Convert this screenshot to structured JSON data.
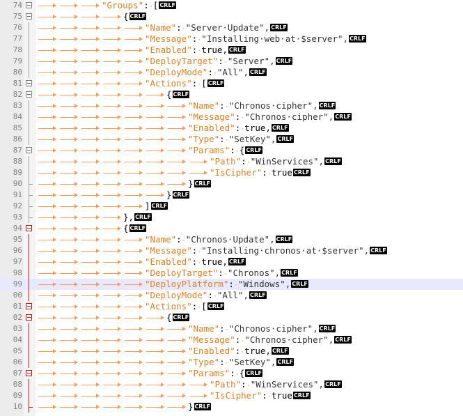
{
  "editor": {
    "eol_marker": "CRLF",
    "space_marker": "·",
    "lines": [
      {
        "num": "74",
        "indent": 3,
        "fold": "box",
        "parts": [
          {
            "t": "key",
            "v": "\"Groups\""
          },
          {
            "t": "sym",
            "v": ":"
          },
          {
            "t": "dot",
            "v": "·"
          },
          {
            "t": "sym",
            "v": "["
          }
        ]
      },
      {
        "num": "75",
        "indent": 4,
        "fold": "box",
        "parts": [
          {
            "t": "sym",
            "v": "{"
          }
        ]
      },
      {
        "num": "76",
        "indent": 5,
        "parts": [
          {
            "t": "key",
            "v": "\"Name\""
          },
          {
            "t": "sym",
            "v": ":"
          },
          {
            "t": "dot",
            "v": "·"
          },
          {
            "t": "str",
            "v": "\"Server·Update\","
          }
        ]
      },
      {
        "num": "77",
        "indent": 5,
        "parts": [
          {
            "t": "key",
            "v": "\"Message\""
          },
          {
            "t": "sym",
            "v": ":"
          },
          {
            "t": "dot",
            "v": "·"
          },
          {
            "t": "str",
            "v": "\"Installing·web·at·$server\","
          }
        ]
      },
      {
        "num": "78",
        "indent": 5,
        "parts": [
          {
            "t": "key",
            "v": "\"Enabled\""
          },
          {
            "t": "sym",
            "v": ":"
          },
          {
            "t": "dot",
            "v": "·"
          },
          {
            "t": "num",
            "v": "true,"
          }
        ]
      },
      {
        "num": "79",
        "indent": 5,
        "parts": [
          {
            "t": "key",
            "v": "\"DeployTarget\""
          },
          {
            "t": "sym",
            "v": ":"
          },
          {
            "t": "dot",
            "v": "·"
          },
          {
            "t": "str",
            "v": "\"Server\","
          }
        ]
      },
      {
        "num": "80",
        "indent": 5,
        "parts": [
          {
            "t": "key",
            "v": "\"DeployMode\""
          },
          {
            "t": "sym",
            "v": ":"
          },
          {
            "t": "dot",
            "v": "·"
          },
          {
            "t": "str",
            "v": "\"All\","
          }
        ]
      },
      {
        "num": "81",
        "indent": 5,
        "fold": "box",
        "parts": [
          {
            "t": "key",
            "v": "\"Actions\""
          },
          {
            "t": "sym",
            "v": ":"
          },
          {
            "t": "dot",
            "v": "·"
          },
          {
            "t": "sym",
            "v": "["
          }
        ]
      },
      {
        "num": "82",
        "indent": 6,
        "fold": "box",
        "parts": [
          {
            "t": "sym",
            "v": "{"
          }
        ]
      },
      {
        "num": "83",
        "indent": 7,
        "parts": [
          {
            "t": "key",
            "v": "\"Name\""
          },
          {
            "t": "sym",
            "v": ":"
          },
          {
            "t": "dot",
            "v": "·"
          },
          {
            "t": "str",
            "v": "\"Chronos·cipher\","
          }
        ]
      },
      {
        "num": "84",
        "indent": 7,
        "parts": [
          {
            "t": "key",
            "v": "\"Message\""
          },
          {
            "t": "sym",
            "v": ":"
          },
          {
            "t": "dot",
            "v": "·"
          },
          {
            "t": "str",
            "v": "\"Chronos·cipher\","
          }
        ]
      },
      {
        "num": "85",
        "indent": 7,
        "parts": [
          {
            "t": "key",
            "v": "\"Enabled\""
          },
          {
            "t": "sym",
            "v": ":"
          },
          {
            "t": "dot",
            "v": "·"
          },
          {
            "t": "num",
            "v": "true,"
          }
        ]
      },
      {
        "num": "86",
        "indent": 7,
        "parts": [
          {
            "t": "key",
            "v": "\"Type\""
          },
          {
            "t": "sym",
            "v": ":"
          },
          {
            "t": "dot",
            "v": "·"
          },
          {
            "t": "str",
            "v": "\"SetKey\","
          }
        ]
      },
      {
        "num": "87",
        "indent": 7,
        "fold": "box",
        "parts": [
          {
            "t": "key",
            "v": "\"Params\""
          },
          {
            "t": "sym",
            "v": ":"
          },
          {
            "t": "dot",
            "v": "·"
          },
          {
            "t": "sym",
            "v": "{"
          }
        ]
      },
      {
        "num": "88",
        "indent": 8,
        "parts": [
          {
            "t": "key",
            "v": "\"Path\""
          },
          {
            "t": "sym",
            "v": ":"
          },
          {
            "t": "dot",
            "v": "·"
          },
          {
            "t": "str",
            "v": "\"WinServices\","
          }
        ]
      },
      {
        "num": "89",
        "indent": 8,
        "parts": [
          {
            "t": "key",
            "v": "\"IsCipher\""
          },
          {
            "t": "sym",
            "v": ":"
          },
          {
            "t": "dot",
            "v": "·"
          },
          {
            "t": "num",
            "v": "true"
          }
        ]
      },
      {
        "num": "90",
        "indent": 7,
        "fold": "end",
        "parts": [
          {
            "t": "sym",
            "v": "}"
          }
        ]
      },
      {
        "num": "91",
        "indent": 6,
        "fold": "end",
        "parts": [
          {
            "t": "sym",
            "v": "}"
          }
        ]
      },
      {
        "num": "92",
        "indent": 5,
        "fold": "end",
        "parts": [
          {
            "t": "sym",
            "v": "]"
          }
        ]
      },
      {
        "num": "93",
        "indent": 4,
        "fold": "end",
        "parts": [
          {
            "t": "sym",
            "v": "},"
          }
        ]
      },
      {
        "num": "94",
        "indent": 4,
        "fold": "redbox",
        "parts": [
          {
            "t": "sym",
            "v": "{"
          }
        ]
      },
      {
        "num": "95",
        "indent": 5,
        "parts": [
          {
            "t": "key",
            "v": "\"Name\""
          },
          {
            "t": "sym",
            "v": ":"
          },
          {
            "t": "dot",
            "v": "·"
          },
          {
            "t": "str",
            "v": "\"Chronos·Update\","
          }
        ]
      },
      {
        "num": "96",
        "indent": 5,
        "parts": [
          {
            "t": "key",
            "v": "\"Message\""
          },
          {
            "t": "sym",
            "v": ":"
          },
          {
            "t": "dot",
            "v": "·"
          },
          {
            "t": "str",
            "v": "\"Installing·chronos·at·$server\","
          }
        ]
      },
      {
        "num": "97",
        "indent": 5,
        "parts": [
          {
            "t": "key",
            "v": "\"Enabled\""
          },
          {
            "t": "sym",
            "v": ":"
          },
          {
            "t": "dot",
            "v": "·"
          },
          {
            "t": "num",
            "v": "true,"
          }
        ]
      },
      {
        "num": "98",
        "indent": 5,
        "parts": [
          {
            "t": "key",
            "v": "\"DeployTarget\""
          },
          {
            "t": "sym",
            "v": ":"
          },
          {
            "t": "dot",
            "v": "·"
          },
          {
            "t": "str",
            "v": "\"Chronos\","
          }
        ]
      },
      {
        "num": "99",
        "indent": 5,
        "hl": true,
        "parts": [
          {
            "t": "key",
            "v": "\"DeployPlatform\""
          },
          {
            "t": "sym",
            "v": ":"
          },
          {
            "t": "dot",
            "v": "·"
          },
          {
            "t": "str",
            "v": "\"Windows\","
          }
        ]
      },
      {
        "num": "00",
        "indent": 5,
        "parts": [
          {
            "t": "key",
            "v": "\"DeployMode\""
          },
          {
            "t": "sym",
            "v": ":"
          },
          {
            "t": "dot",
            "v": "·"
          },
          {
            "t": "str",
            "v": "\"All\","
          }
        ]
      },
      {
        "num": "01",
        "indent": 5,
        "fold": "box",
        "parts": [
          {
            "t": "key",
            "v": "\"Actions\""
          },
          {
            "t": "sym",
            "v": ":"
          },
          {
            "t": "dot",
            "v": "·"
          },
          {
            "t": "sym",
            "v": "["
          }
        ]
      },
      {
        "num": "02",
        "indent": 6,
        "fold": "box",
        "parts": [
          {
            "t": "sym",
            "v": "{"
          }
        ]
      },
      {
        "num": "03",
        "indent": 7,
        "parts": [
          {
            "t": "key",
            "v": "\"Name\""
          },
          {
            "t": "sym",
            "v": ":"
          },
          {
            "t": "dot",
            "v": "·"
          },
          {
            "t": "str",
            "v": "\"Chronos·cipher\","
          }
        ]
      },
      {
        "num": "04",
        "indent": 7,
        "parts": [
          {
            "t": "key",
            "v": "\"Message\""
          },
          {
            "t": "sym",
            "v": ":"
          },
          {
            "t": "dot",
            "v": "·"
          },
          {
            "t": "str",
            "v": "\"Chronos·cipher\","
          }
        ]
      },
      {
        "num": "05",
        "indent": 7,
        "parts": [
          {
            "t": "key",
            "v": "\"Enabled\""
          },
          {
            "t": "sym",
            "v": ":"
          },
          {
            "t": "dot",
            "v": "·"
          },
          {
            "t": "num",
            "v": "true,"
          }
        ]
      },
      {
        "num": "06",
        "indent": 7,
        "parts": [
          {
            "t": "key",
            "v": "\"Type\""
          },
          {
            "t": "sym",
            "v": ":"
          },
          {
            "t": "dot",
            "v": "·"
          },
          {
            "t": "str",
            "v": "\"SetKey\","
          }
        ]
      },
      {
        "num": "07",
        "indent": 7,
        "fold": "box",
        "parts": [
          {
            "t": "key",
            "v": "\"Params\""
          },
          {
            "t": "sym",
            "v": ":"
          },
          {
            "t": "dot",
            "v": "·"
          },
          {
            "t": "sym",
            "v": "{"
          }
        ]
      },
      {
        "num": "08",
        "indent": 8,
        "parts": [
          {
            "t": "key",
            "v": "\"Path\""
          },
          {
            "t": "sym",
            "v": ":"
          },
          {
            "t": "dot",
            "v": "·"
          },
          {
            "t": "str",
            "v": "\"WinServices\","
          }
        ]
      },
      {
        "num": "09",
        "indent": 8,
        "parts": [
          {
            "t": "key",
            "v": "\"IsCipher\""
          },
          {
            "t": "sym",
            "v": ":"
          },
          {
            "t": "dot",
            "v": "·"
          },
          {
            "t": "num",
            "v": "true"
          }
        ]
      },
      {
        "num": "10",
        "indent": 7,
        "fold": "end",
        "parts": [
          {
            "t": "sym",
            "v": "}"
          }
        ]
      }
    ]
  },
  "colors": {
    "key": "#e08020",
    "string": "#333333",
    "tab_arrow": "#ff9a56",
    "highlight_line": "#e8e8ff",
    "fold_red": "#d01010"
  }
}
